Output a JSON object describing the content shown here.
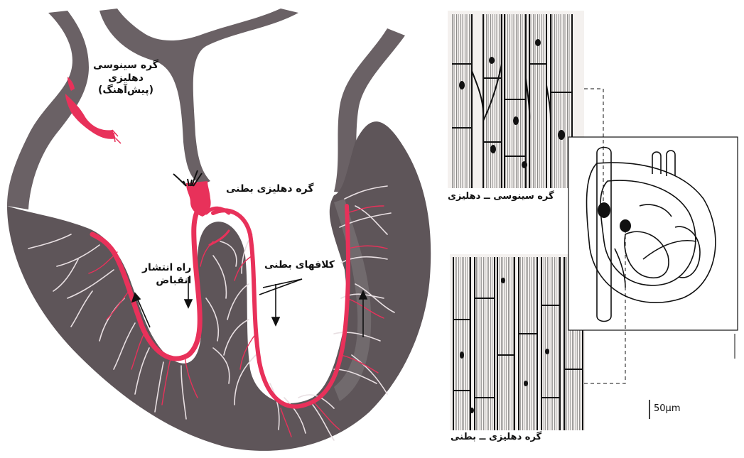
{
  "labels": {
    "sa_node_l1": "گره سینوسی",
    "sa_node_l2": "دهلیزی",
    "sa_node_l3": "(پیش‌آهنگ)",
    "av_node": "گره دهلیزی بطنی",
    "conduction_l1": "راه انتشار",
    "conduction_l2": "انقباض",
    "bundle_branches": "کلافهای بطنی",
    "sa_tissue": "گره سینوسی ــ دهلیزی",
    "av_tissue": "گره دهلیزی ــ بطنی",
    "scale_bar": "50μm"
  },
  "colors": {
    "myocardium": "#5e5559",
    "conduction": "#e8315a",
    "fiber": "#e8dfe2",
    "ink": "#111111"
  }
}
